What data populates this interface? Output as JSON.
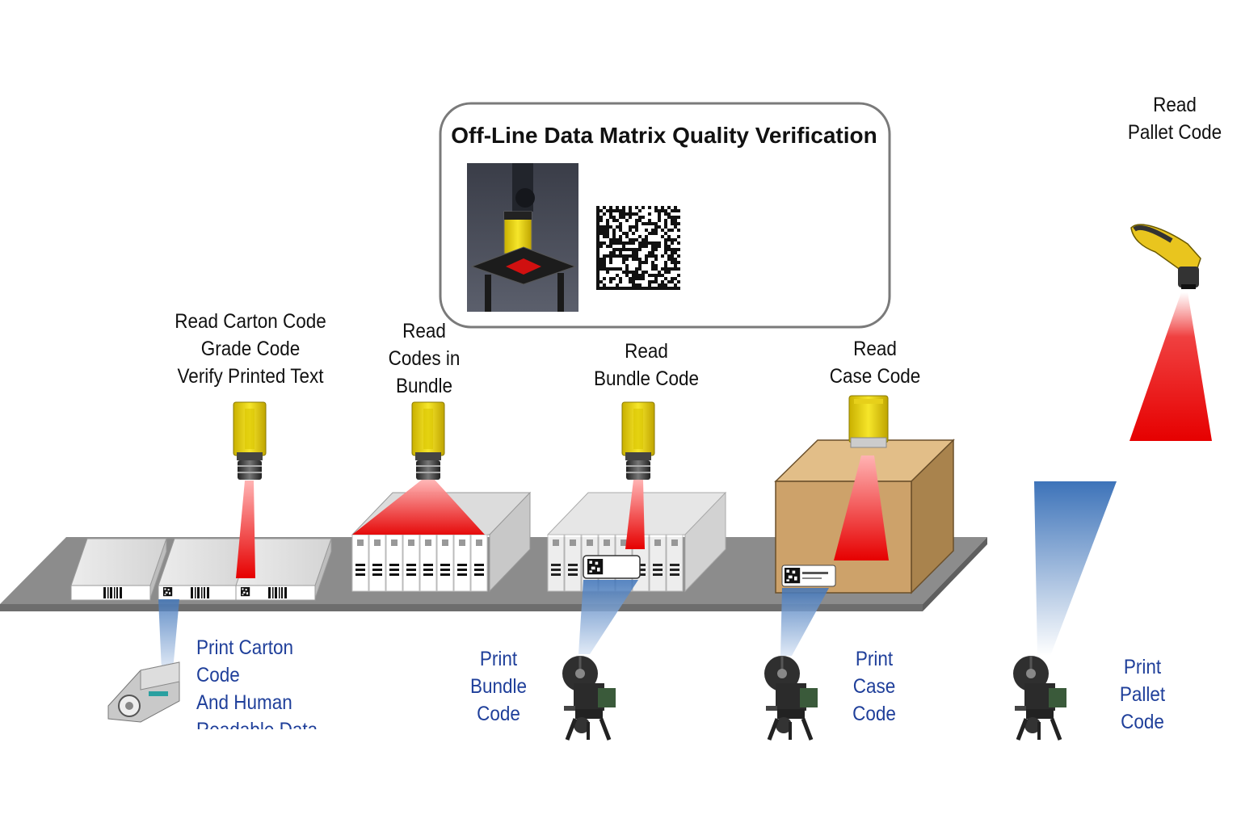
{
  "offline": {
    "title": "Off-Line Data Matrix Quality Verification"
  },
  "stations": {
    "carton_read": [
      "Read Carton Code",
      "Grade Code",
      "Verify Printed Text"
    ],
    "bundle_contents_read": [
      "Read",
      "Codes in",
      "Bundle"
    ],
    "bundle_read": [
      "Read",
      "Bundle Code"
    ],
    "case_read": [
      "Read",
      "Case Code"
    ],
    "pallet_read": [
      "Read",
      "Pallet Code"
    ],
    "carton_print": [
      "Print Carton",
      "Code",
      "And Human",
      "Readable Data"
    ],
    "bundle_print": [
      "Print",
      "Bundle",
      "Code"
    ],
    "case_print": [
      "Print",
      "Case",
      "Code"
    ],
    "pallet_print": [
      "Print",
      "Pallet",
      "Code"
    ]
  },
  "colors": {
    "read_beam": "#e60000",
    "print_beam": "#3d73b9",
    "read_text": "#111111",
    "print_text": "#1f3f9a",
    "conveyor": "#8c8c8c",
    "case_box": "#cda26a",
    "camera": "#f2dc1a"
  },
  "icons": [
    "smart-camera-icon",
    "handheld-scanner-icon",
    "label-applicator-icon",
    "inkjet-printer-icon",
    "verifier-station-icon",
    "data-matrix-code-icon"
  ]
}
